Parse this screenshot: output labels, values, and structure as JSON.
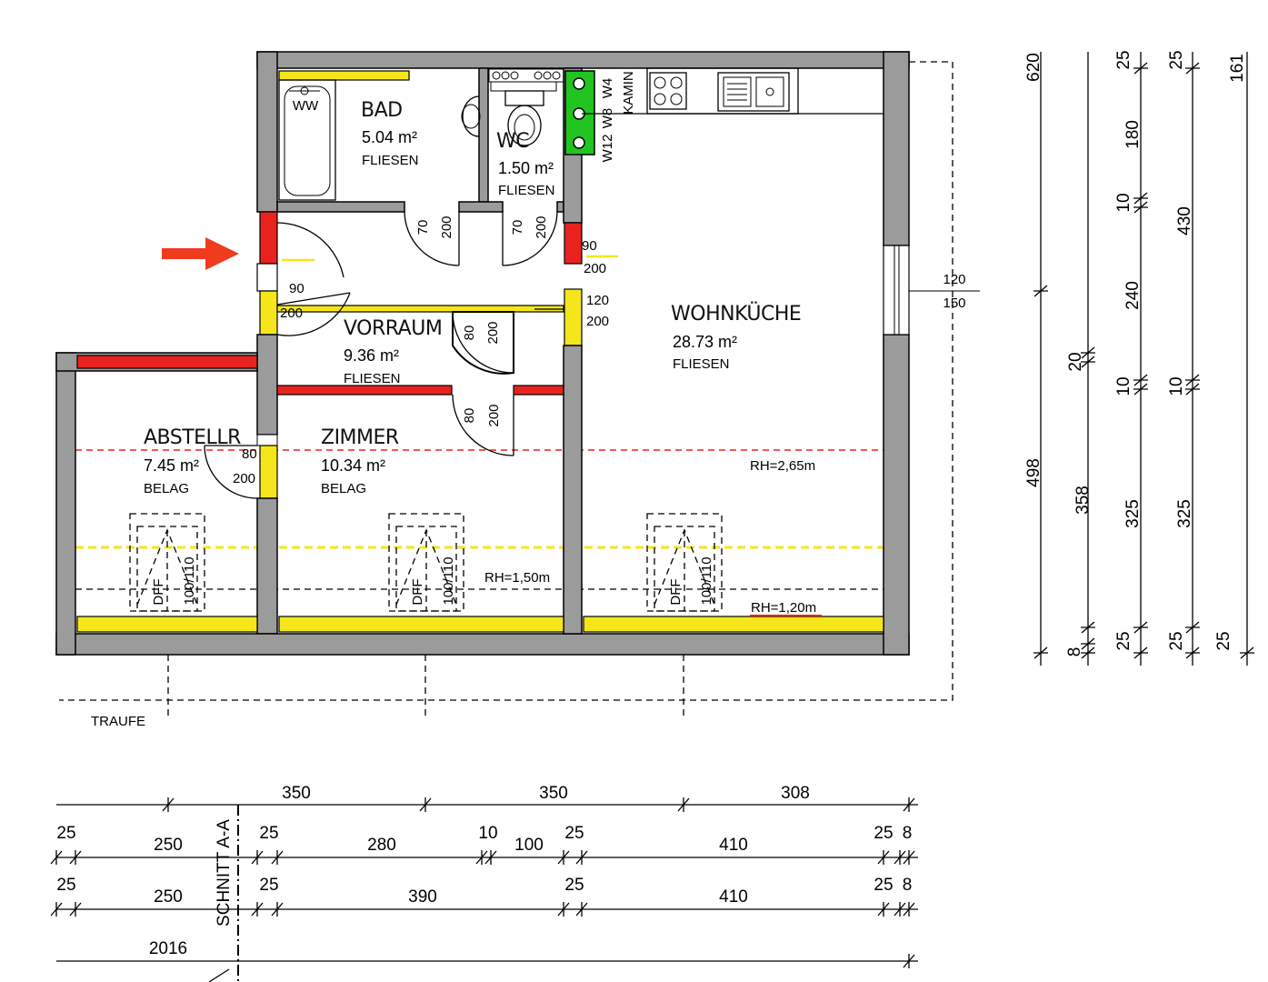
{
  "rooms": {
    "bad": {
      "name": "BAD",
      "area": "5.04 m²",
      "floor": "FLIESEN"
    },
    "wc": {
      "name": "WC",
      "area": "1.50 m²",
      "floor": "FLIESEN"
    },
    "vorraum": {
      "name": "VORRAUM",
      "area": "9.36 m²",
      "floor": "FLIESEN"
    },
    "wohnkueche": {
      "name": "WOHNKÜCHE",
      "area": "28.73 m²",
      "floor": "FLIESEN"
    },
    "abstellr": {
      "name": "ABSTELLR",
      "area": "7.45 m²",
      "floor": "BELAG"
    },
    "zimmer": {
      "name": "ZIMMER",
      "area": "10.34 m²",
      "floor": "BELAG"
    }
  },
  "room_heights": {
    "wohnkueche": "RH=2,65m",
    "zimmer": "RH=1,50m",
    "kitchen_low": "RH=1,20m"
  },
  "doors": {
    "entry": {
      "width": "90",
      "height": "200"
    },
    "bad": {
      "width": "70",
      "height": "200"
    },
    "wc": {
      "width": "70",
      "height": "200"
    },
    "kitchen": {
      "width": "90",
      "height": "200"
    },
    "kitchen_opening": {
      "width": "120",
      "height": "200"
    },
    "vorraum_inner": {
      "width": "80",
      "height": "200"
    },
    "zimmer": {
      "width": "80",
      "height": "200"
    },
    "abstellr": {
      "width": "80",
      "height": "200"
    }
  },
  "window": {
    "width": "120",
    "height": "150"
  },
  "roof_windows": [
    {
      "type": "DFF",
      "size": "100/110"
    },
    {
      "type": "DFF",
      "size": "100/110"
    },
    {
      "type": "DFF",
      "size": "100/110"
    }
  ],
  "chimney": {
    "label": "KAMIN",
    "flues": [
      "W4",
      "W8",
      "W12"
    ]
  },
  "bathtub_label": "WW",
  "eave_label": "TRAUFE",
  "section_label": "SCHNITT A-A",
  "dimensions": {
    "right": {
      "col1": [
        "620",
        "498"
      ],
      "col2": [
        "20",
        "358",
        "8"
      ],
      "col3": [
        "25",
        "180",
        "10",
        "240",
        "10",
        "325",
        "25"
      ],
      "col4": [
        "25",
        "430",
        "10",
        "325",
        "25"
      ],
      "col5": [
        "161",
        "25"
      ]
    },
    "bottom": {
      "row1": [
        "350",
        "350",
        "308"
      ],
      "row2": [
        "25",
        "250",
        "25",
        "280",
        "10",
        "100",
        "25",
        "410",
        "25",
        "8"
      ],
      "row3": [
        "25",
        "250",
        "25",
        "390",
        "25",
        "410",
        "25",
        "8"
      ],
      "row4": [
        "2016"
      ]
    }
  },
  "colors": {
    "gray": "#9b9b9b",
    "red": "#e8231f",
    "yellow": "#f5e61c",
    "green": "#22c422",
    "arrow": "#f03b1f"
  }
}
